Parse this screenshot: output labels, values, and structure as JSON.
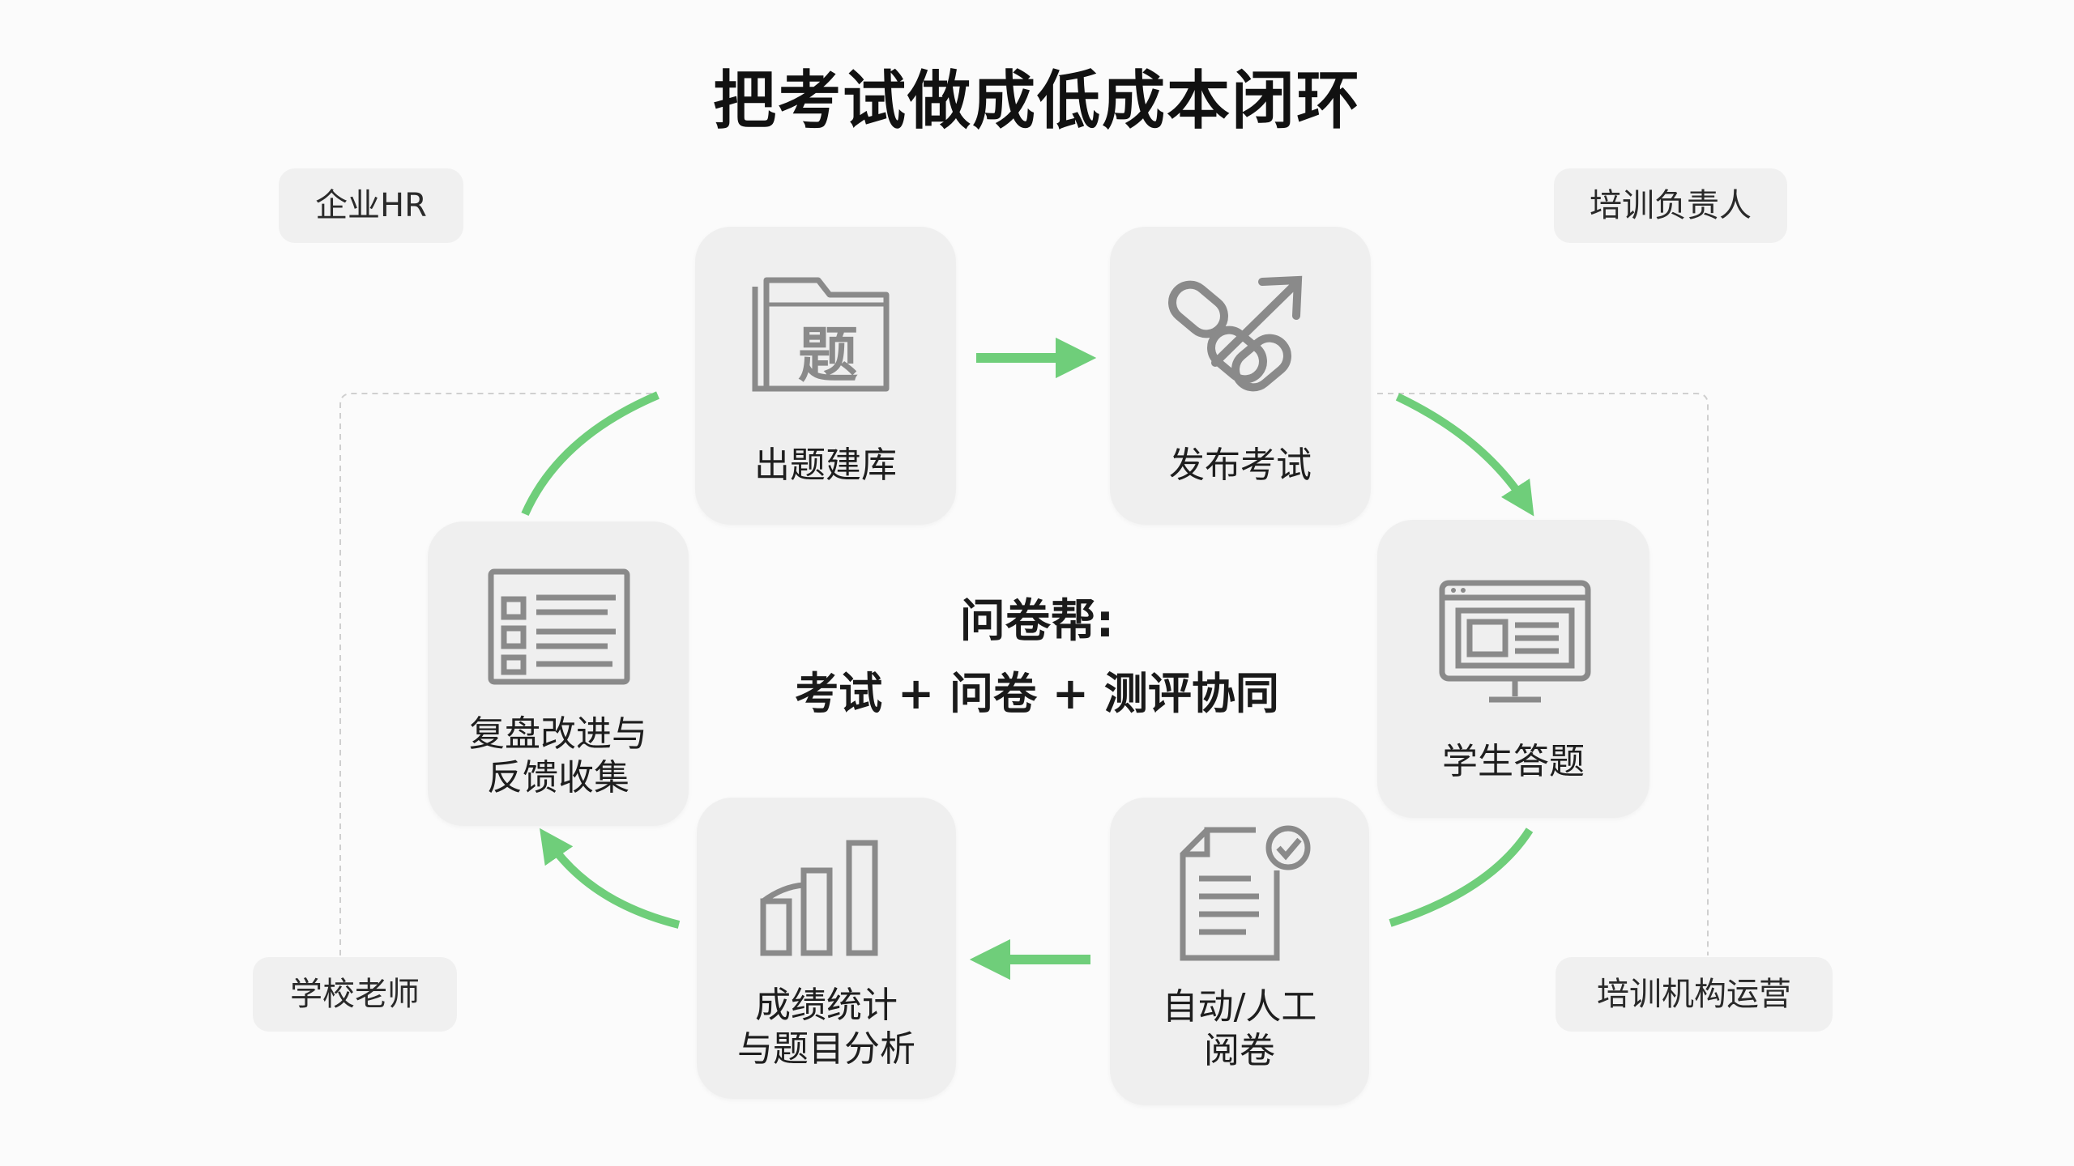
{
  "title": "把考试做成低成本闭环",
  "roles": {
    "top_left": "企业HR",
    "top_right": "培训负责人",
    "bottom_left": "学校老师",
    "bottom_right": "培训机构运营"
  },
  "center": {
    "heading": "问卷帮:",
    "subheading": "考试 + 问卷 + 测评协同"
  },
  "steps": {
    "build": {
      "line1": "出题建库",
      "icon_glyph": "题"
    },
    "publish": {
      "line1": "发布考试"
    },
    "answer": {
      "line1": "学生答题"
    },
    "grade": {
      "line1": "自动/人工",
      "line2": "阅卷"
    },
    "stats": {
      "line1": "成绩统计",
      "line2": "与题目分析"
    },
    "review": {
      "line1": "复盘改进与",
      "line2": "反馈收集"
    }
  },
  "colors": {
    "arrow": "#6fce7a",
    "node_bg": "#efefef",
    "role_bg": "#f0f0f0",
    "icon": "#8a8a8a"
  }
}
